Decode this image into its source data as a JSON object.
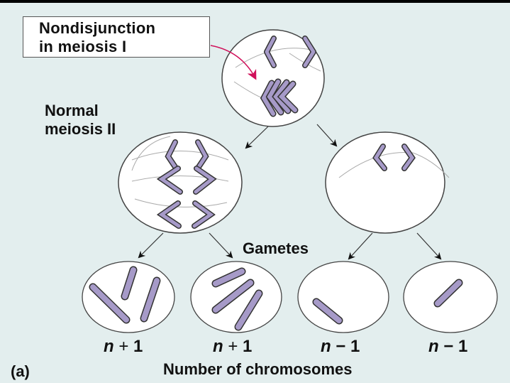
{
  "title_box": {
    "line1": "Nondisjunction",
    "line2": "in meiosis I"
  },
  "labels": {
    "normal_line1": "Normal",
    "normal_line2": "meiosis II",
    "gametes": "Gametes",
    "figure_label": "(a)",
    "axis_label": "Number of chromosomes"
  },
  "stages": {
    "meiosis_I_cell": {
      "chromosome_pairs_separating": 1,
      "nondisjoined_pair": 1
    },
    "meiosis_II_left_cell": {
      "description": "cell received extra chromosome pair",
      "chromosome_pairs": 3
    },
    "meiosis_II_right_cell": {
      "description": "cell missing chromosome pair",
      "chromosome_pairs": 1
    }
  },
  "gametes": [
    {
      "count_var": "n",
      "count_op": "+",
      "count_num": "1",
      "chromosomes": 3
    },
    {
      "count_var": "n",
      "count_op": "+",
      "count_num": "1",
      "chromosomes": 3
    },
    {
      "count_var": "n",
      "count_op": "−",
      "count_num": "1",
      "chromosomes": 1
    },
    {
      "count_var": "n",
      "count_op": "−",
      "count_num": "1",
      "chromosomes": 1
    }
  ],
  "colors": {
    "background": "#e3eeee",
    "chromosome_fill": "#a69ac8",
    "chromosome_stroke": "#333344",
    "pointer_arrow": "#d0105a",
    "cell_fill": "#ffffff"
  }
}
